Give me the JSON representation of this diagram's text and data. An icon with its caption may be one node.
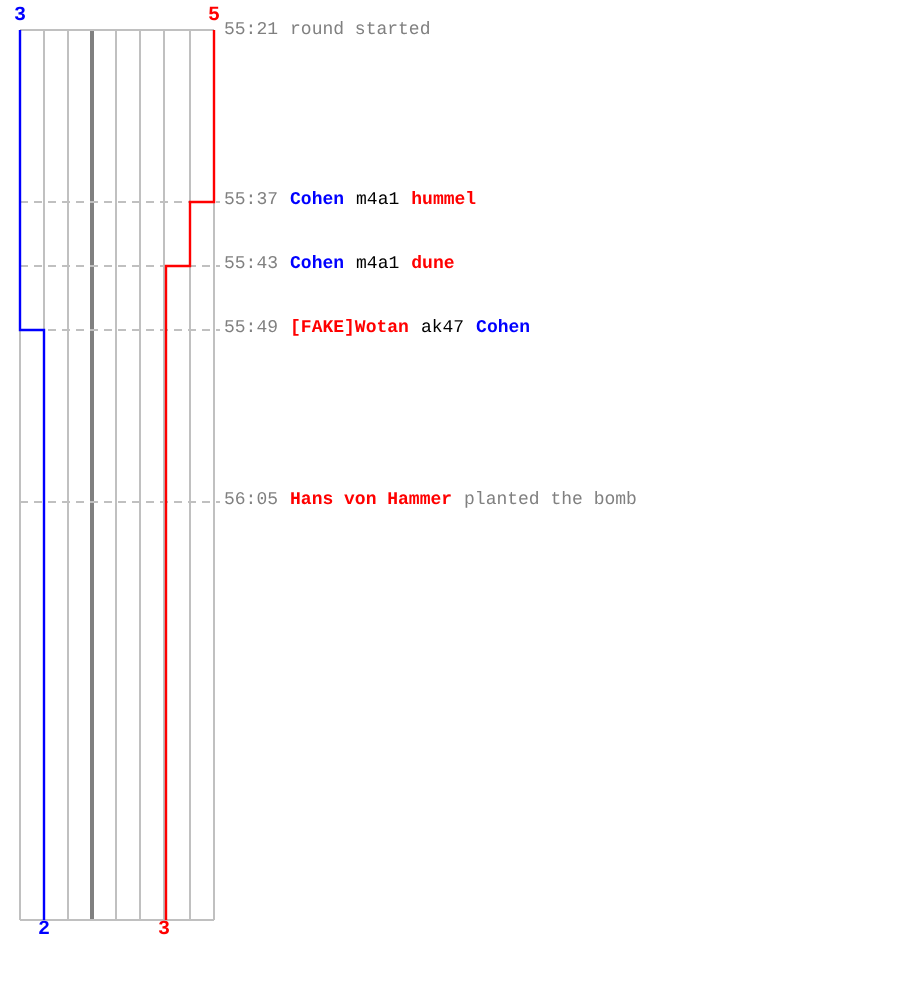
{
  "diagram": {
    "labels": [
      "3",
      "5",
      "55:21",
      "round started",
      "55:37",
      "Cohen",
      "m4a1",
      "hummel",
      "55:43",
      "Cohen",
      "m4a1",
      "dune",
      "55:49",
      "[FAKE]Wotan",
      "ak47",
      "Cohen",
      "56:05",
      "Hans von Hammer",
      "planted the bomb",
      "2",
      "3"
    ]
  }
}
